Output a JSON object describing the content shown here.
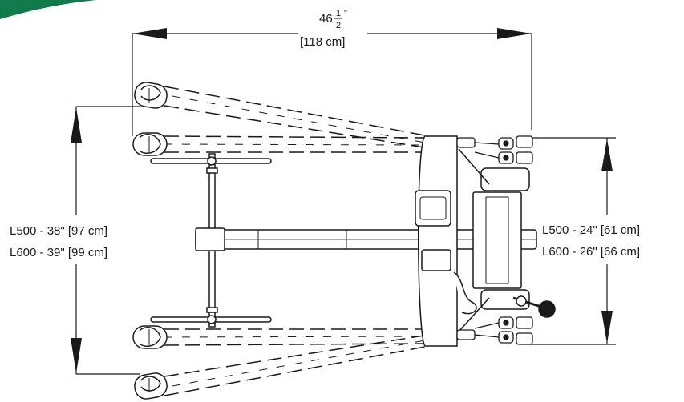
{
  "dimensions": {
    "top_width": {
      "whole": "46",
      "frac_num": "1",
      "frac_den": "2",
      "inch_mark": "\"",
      "metric": "[118 cm]"
    },
    "left_span": {
      "line1": "L500 - 38\" [97 cm]",
      "line2": "L600 - 39\" [99 cm]"
    },
    "right_span": {
      "line1": "L500 - 24\" [61 cm]",
      "line2": "L600 - 26\" [66 cm]"
    }
  },
  "colors": {
    "corner_swoosh": "#0f7a4a",
    "line": "#1a1a1a"
  }
}
